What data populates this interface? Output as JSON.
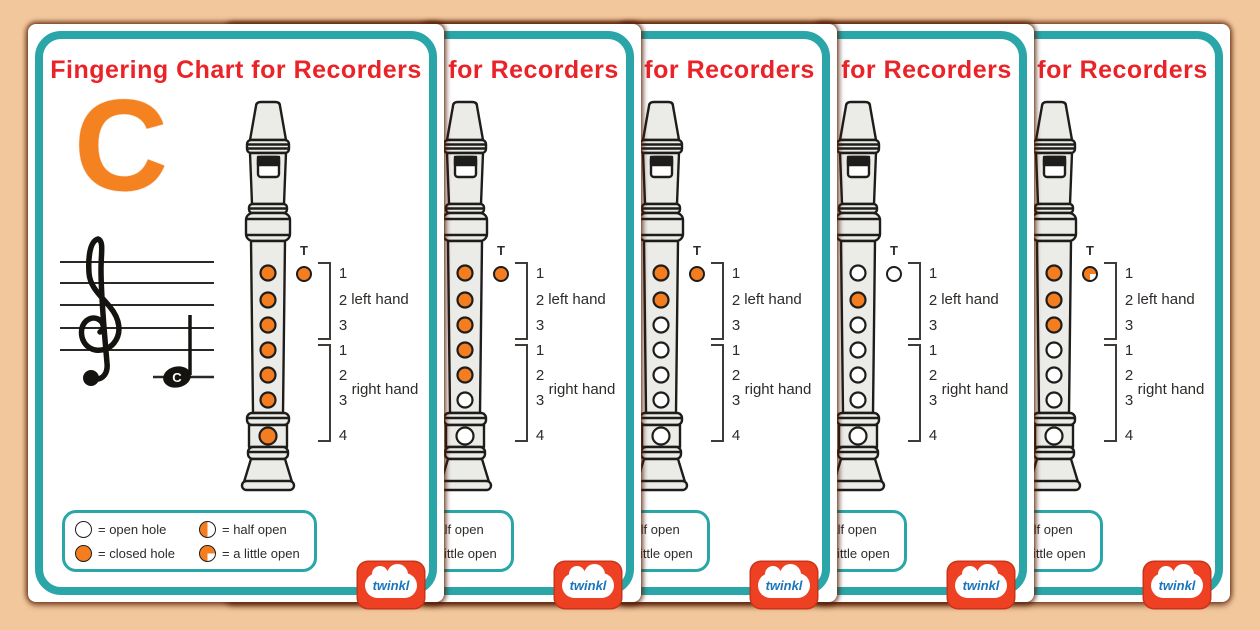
{
  "page": {
    "background_color": "#f3c79c"
  },
  "colors": {
    "page_background": "#f3c79c",
    "card_border_teal": "#2aa6a9",
    "title_red": "#ea2328",
    "hole_orange": "#f47d20",
    "letter_orange": "#f58220",
    "logo_red": "#ee4023",
    "logo_text_blue": "#1b75bb"
  },
  "shared": {
    "title": "Fingering Chart for Recorders",
    "thumb_label": "T",
    "left_hand_label": "left hand",
    "left_hand_numbers": [
      "1",
      "2",
      "3"
    ],
    "right_hand_label": "right hand",
    "right_hand_numbers": [
      "1",
      "2",
      "3",
      "4"
    ],
    "legend": [
      {
        "state": "open",
        "label": "= open hole"
      },
      {
        "state": "closed",
        "label": "= closed hole"
      },
      {
        "state": "half",
        "label": "= half open"
      },
      {
        "state": "little",
        "label": "= a little open"
      }
    ],
    "logo_text": "twinkl"
  },
  "cards": [
    {
      "note_letter": "C",
      "staff_note_label": "C",
      "holes": {
        "thumb": "closed",
        "left": [
          "closed",
          "closed",
          "closed"
        ],
        "right": [
          "closed",
          "closed",
          "closed",
          "closed"
        ]
      }
    },
    {
      "holes": {
        "thumb": "closed",
        "left": [
          "closed",
          "closed",
          "closed"
        ],
        "right": [
          "closed",
          "closed",
          "open",
          "open"
        ]
      }
    },
    {
      "holes": {
        "thumb": "closed",
        "left": [
          "closed",
          "closed",
          "open"
        ],
        "right": [
          "open",
          "open",
          "open",
          "open"
        ]
      }
    },
    {
      "holes": {
        "thumb": "open",
        "left": [
          "open",
          "closed",
          "open"
        ],
        "right": [
          "open",
          "open",
          "open",
          "open"
        ]
      }
    },
    {
      "holes": {
        "thumb": "little",
        "left": [
          "closed",
          "closed",
          "closed"
        ],
        "right": [
          "open",
          "open",
          "open",
          "open"
        ]
      }
    }
  ]
}
